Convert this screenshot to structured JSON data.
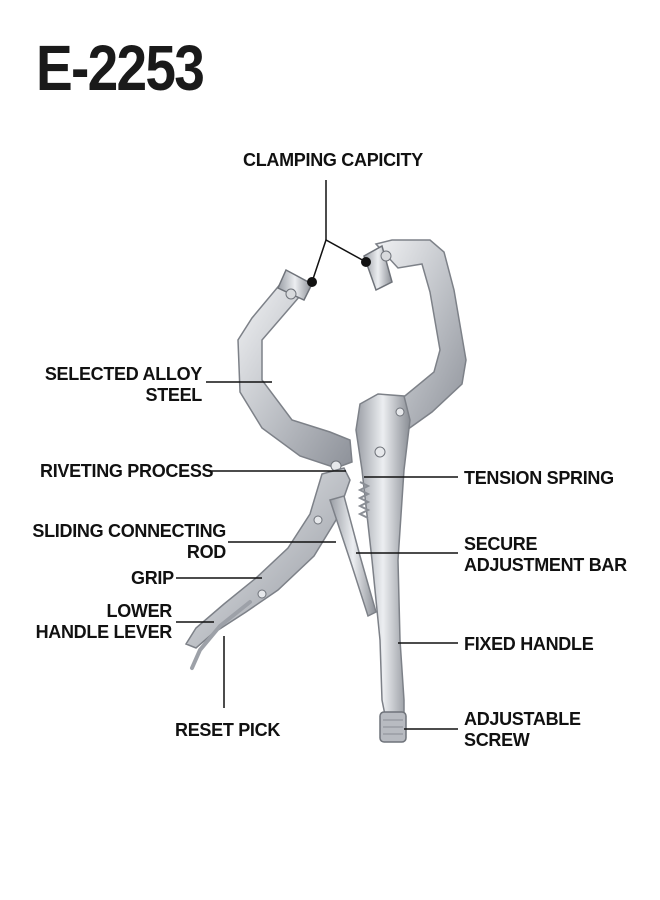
{
  "model": "E-2253",
  "labels": {
    "clamping_capacity": "CLAMPING CAPICITY",
    "selected_alloy_steel": [
      "SELECTED ALLOY",
      "STEEL"
    ],
    "riveting_process": "RIVETING PROCESS",
    "sliding_connecting_rod": [
      "SLIDING CONNECTING",
      "ROD"
    ],
    "grip": "GRIP",
    "lower_handle_lever": [
      "LOWER",
      "HANDLE LEVER"
    ],
    "reset_pick": "RESET PICK",
    "tension_spring": "TENSION SPRING",
    "secure_adjustment_bar": [
      "SECURE",
      "ADJUSTMENT BAR"
    ],
    "fixed_handle": "FIXED HANDLE",
    "adjustable_screw": [
      "ADJUSTABLE",
      "SCREW"
    ]
  },
  "colors": {
    "text": "#111111",
    "metal": "#c9ccd1",
    "metal_dark": "#8c9097",
    "leader": "#111111"
  }
}
